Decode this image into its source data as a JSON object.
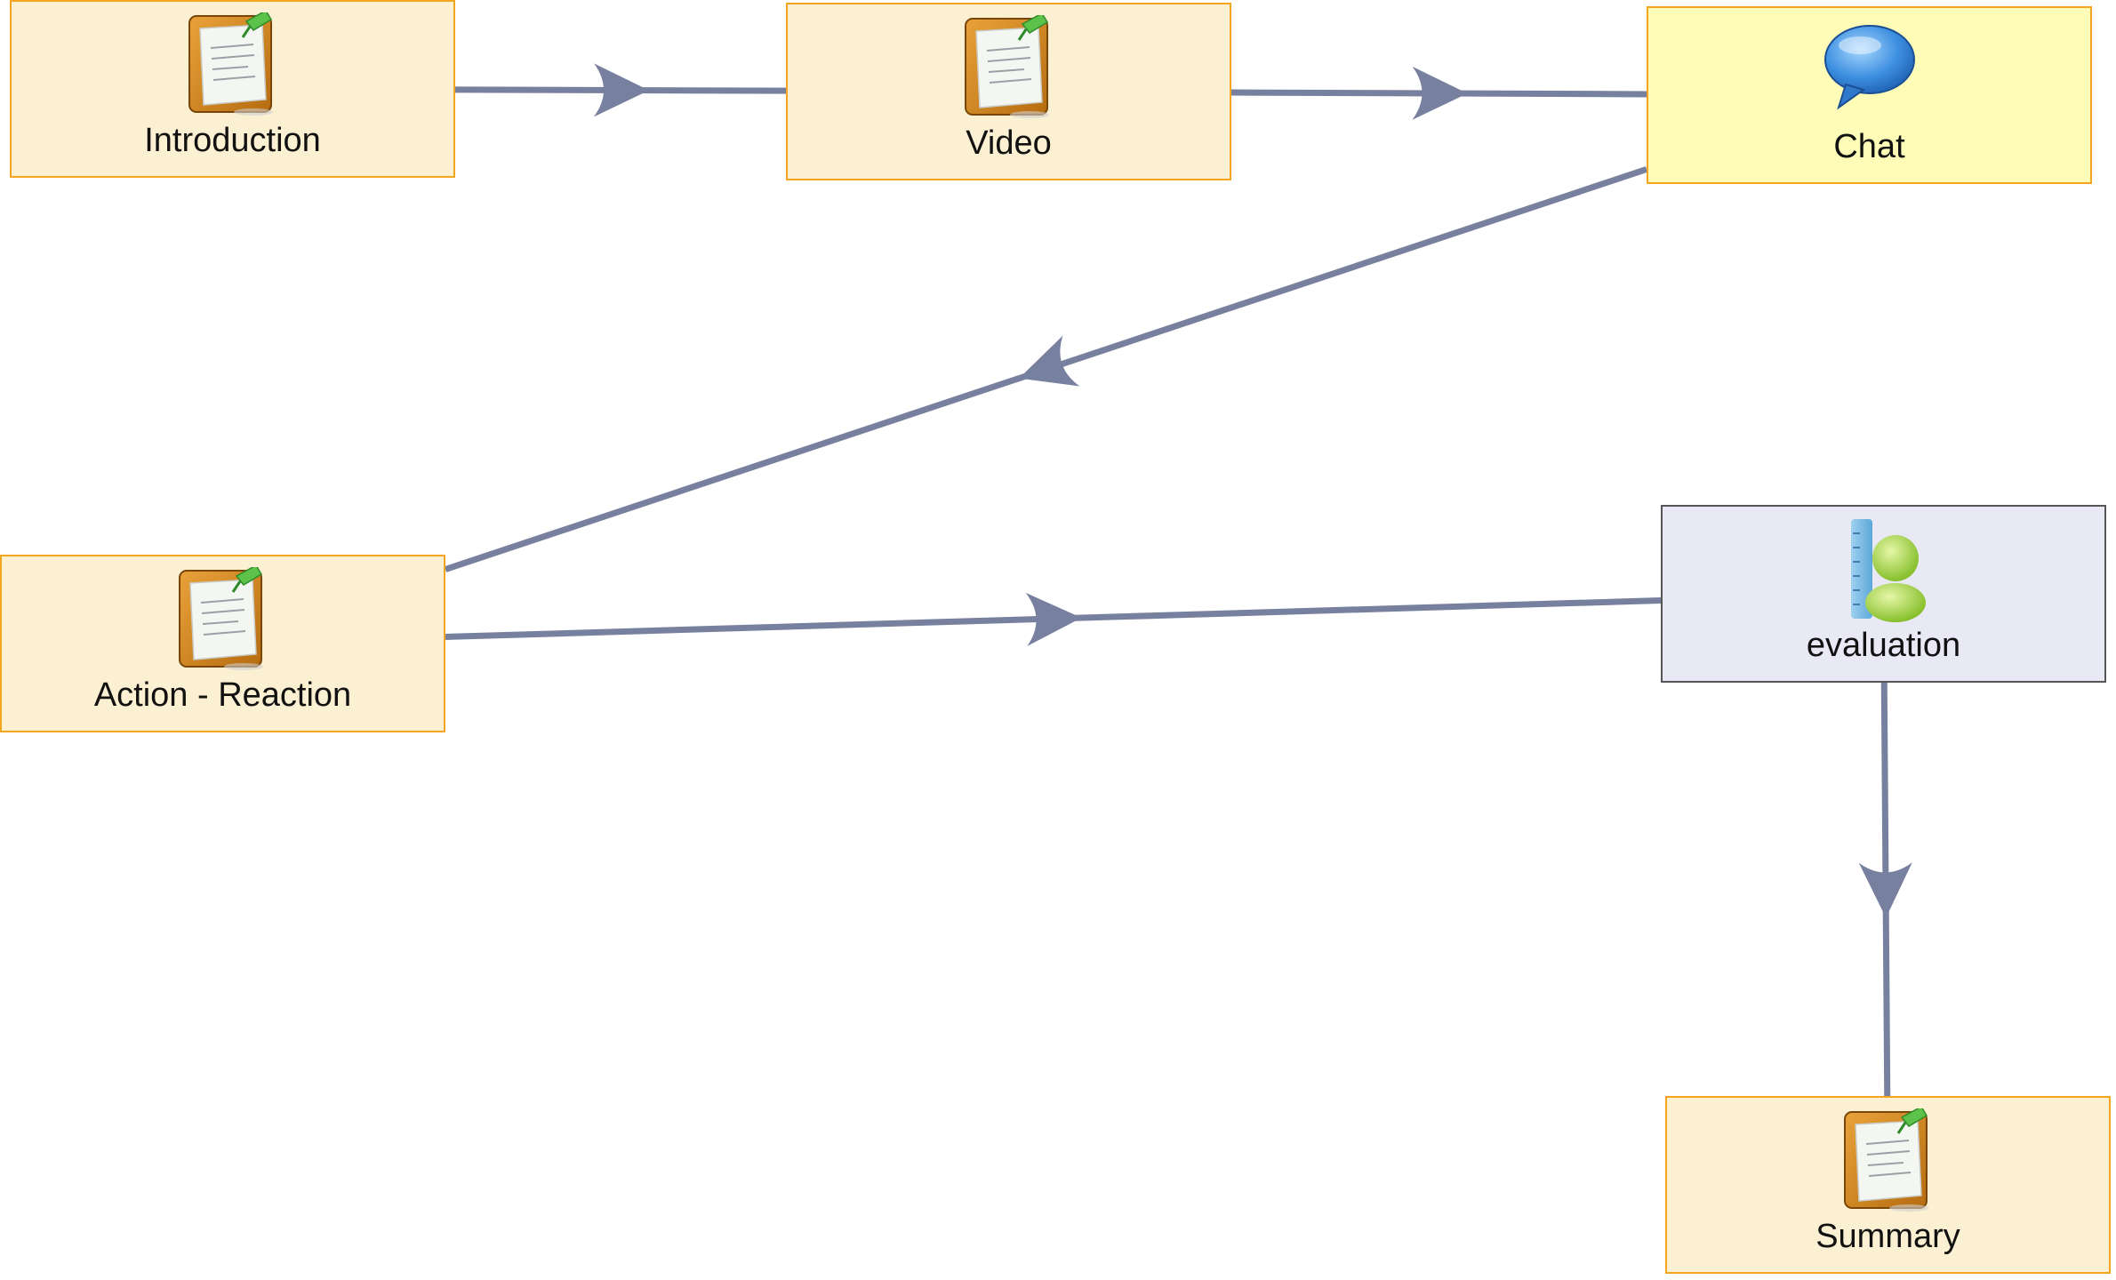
{
  "nodes": [
    {
      "id": "introduction",
      "label": "Introduction",
      "icon": "notepad-icon",
      "kind": "activity"
    },
    {
      "id": "video",
      "label": "Video",
      "icon": "notepad-icon",
      "kind": "activity"
    },
    {
      "id": "chat",
      "label": "Chat",
      "icon": "speech-bubble-icon",
      "kind": "chat"
    },
    {
      "id": "action-reaction",
      "label": "Action - Reaction",
      "icon": "notepad-icon",
      "kind": "activity"
    },
    {
      "id": "evaluation",
      "label": "evaluation",
      "icon": "learner-ruler-icon",
      "kind": "evaluation"
    },
    {
      "id": "summary",
      "label": "Summary",
      "icon": "notepad-icon",
      "kind": "activity"
    }
  ],
  "edges": [
    {
      "from": "introduction",
      "to": "video"
    },
    {
      "from": "video",
      "to": "chat"
    },
    {
      "from": "chat",
      "to": "action-reaction"
    },
    {
      "from": "action-reaction",
      "to": "evaluation"
    },
    {
      "from": "evaluation",
      "to": "summary"
    }
  ],
  "colors": {
    "activity_fill": "#fbf0d1",
    "activity_border": "#f3a51f",
    "chat_fill": "#fefcb7",
    "evaluation_fill": "#e9e8f5",
    "evaluation_border": "#555555",
    "edge": "#77809e"
  }
}
